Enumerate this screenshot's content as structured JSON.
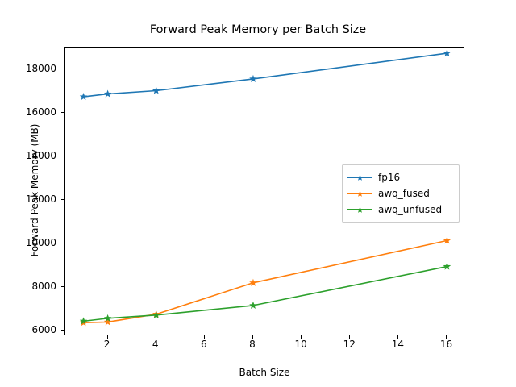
{
  "chart_data": {
    "type": "line",
    "title": "Forward Peak Memory per Batch Size",
    "xlabel": "Batch Size",
    "ylabel": "Forward Peak Memory (MB)",
    "x": [
      1,
      2,
      4,
      8,
      16
    ],
    "xlim": [
      0.25,
      16.75
    ],
    "ylim": [
      5750,
      19000
    ],
    "xticks": [
      2,
      4,
      6,
      8,
      10,
      12,
      14,
      16
    ],
    "xticklabels": [
      "2",
      "4",
      "6",
      "8",
      "10",
      "12",
      "14",
      "16"
    ],
    "yticks": [
      6000,
      8000,
      10000,
      12000,
      14000,
      16000,
      18000
    ],
    "yticklabels": [
      "6000",
      "8000",
      "10000",
      "12000",
      "14000",
      "16000",
      "18000"
    ],
    "grid": false,
    "legend_position": "center right",
    "marker": "star",
    "series": [
      {
        "name": "fp16",
        "color": "#1f77b4",
        "values": [
          16740,
          16870,
          17020,
          17560,
          18740
        ]
      },
      {
        "name": "awq_fused",
        "color": "#ff7f0e",
        "values": [
          6370,
          6400,
          6760,
          8200,
          10140
        ]
      },
      {
        "name": "awq_unfused",
        "color": "#2ca02c",
        "values": [
          6440,
          6570,
          6720,
          7160,
          8950
        ]
      }
    ]
  },
  "figure": {
    "background": "#ffffff",
    "axes_edge_color": "#000000",
    "text_color": "#000000"
  }
}
